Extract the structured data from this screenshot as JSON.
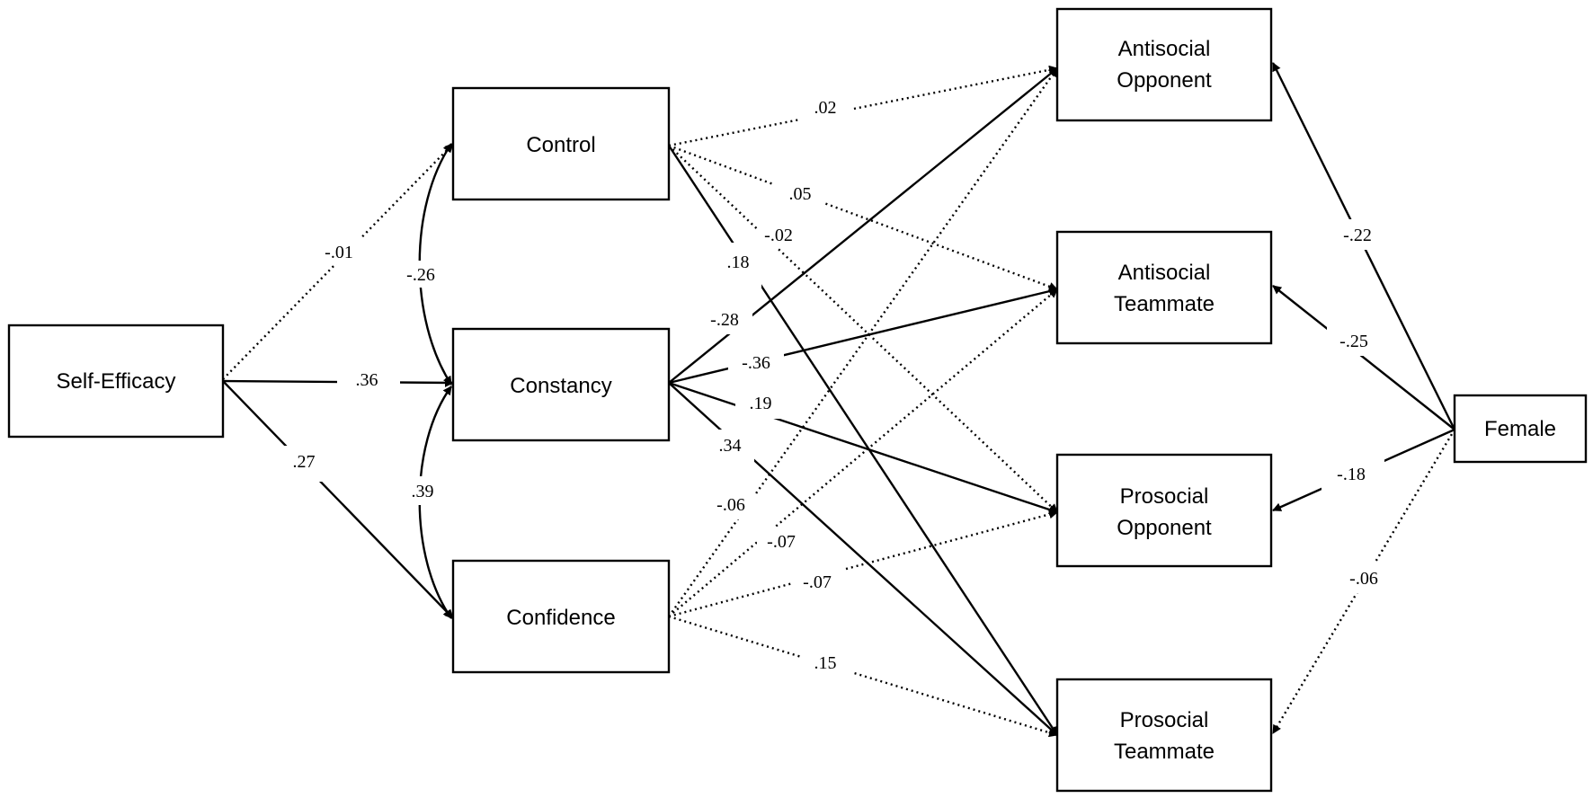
{
  "nodes": {
    "self_efficacy": "Self-Efficacy",
    "control": "Control",
    "constancy": "Constancy",
    "confidence": "Confidence",
    "antisocial_opponent": [
      "Antisocial",
      "Opponent"
    ],
    "antisocial_teammate": [
      "Antisocial",
      "Teammate"
    ],
    "prosocial_opponent": [
      "Prosocial",
      "Opponent"
    ],
    "prosocial_teammate": [
      "Prosocial",
      "Teammate"
    ],
    "female": "Female"
  },
  "paths": [
    {
      "from": "Self-Efficacy",
      "to": "Control",
      "coef": "-.01",
      "style": "dotted"
    },
    {
      "from": "Self-Efficacy",
      "to": "Constancy",
      "coef": ".36",
      "style": "solid"
    },
    {
      "from": "Self-Efficacy",
      "to": "Confidence",
      "coef": ".27",
      "style": "solid"
    },
    {
      "from": "Control",
      "to": "Constancy",
      "coef": "-.26",
      "style": "solid",
      "kind": "correlation"
    },
    {
      "from": "Constancy",
      "to": "Confidence",
      "coef": ".39",
      "style": "solid",
      "kind": "correlation"
    },
    {
      "from": "Control",
      "to": "Antisocial Opponent",
      "coef": ".02",
      "style": "dotted"
    },
    {
      "from": "Control",
      "to": "Antisocial Teammate",
      "coef": ".05",
      "style": "dotted"
    },
    {
      "from": "Control",
      "to": "Prosocial Opponent",
      "coef": "-.02",
      "style": "dotted"
    },
    {
      "from": "Control",
      "to": "Prosocial Teammate",
      "coef": ".18",
      "style": "solid"
    },
    {
      "from": "Constancy",
      "to": "Antisocial Opponent",
      "coef": "-.28",
      "style": "solid"
    },
    {
      "from": "Constancy",
      "to": "Antisocial Teammate",
      "coef": "-.36",
      "style": "solid"
    },
    {
      "from": "Constancy",
      "to": "Prosocial Opponent",
      "coef": ".19",
      "style": "solid"
    },
    {
      "from": "Constancy",
      "to": "Prosocial Teammate",
      "coef": ".34",
      "style": "solid"
    },
    {
      "from": "Confidence",
      "to": "Antisocial Opponent",
      "coef": "-.06",
      "style": "dotted"
    },
    {
      "from": "Confidence",
      "to": "Antisocial Teammate",
      "coef": "-.07",
      "style": "dotted"
    },
    {
      "from": "Confidence",
      "to": "Prosocial Opponent",
      "coef": "-.07",
      "style": "dotted"
    },
    {
      "from": "Confidence",
      "to": "Prosocial Teammate",
      "coef": ".15",
      "style": "dotted"
    },
    {
      "from": "Female",
      "to": "Antisocial Opponent",
      "coef": "-.22",
      "style": "solid"
    },
    {
      "from": "Female",
      "to": "Antisocial Teammate",
      "coef": "-.25",
      "style": "solid"
    },
    {
      "from": "Female",
      "to": "Prosocial Opponent",
      "coef": "-.18",
      "style": "solid"
    },
    {
      "from": "Female",
      "to": "Prosocial Teammate",
      "coef": "-.06",
      "style": "dotted"
    }
  ]
}
